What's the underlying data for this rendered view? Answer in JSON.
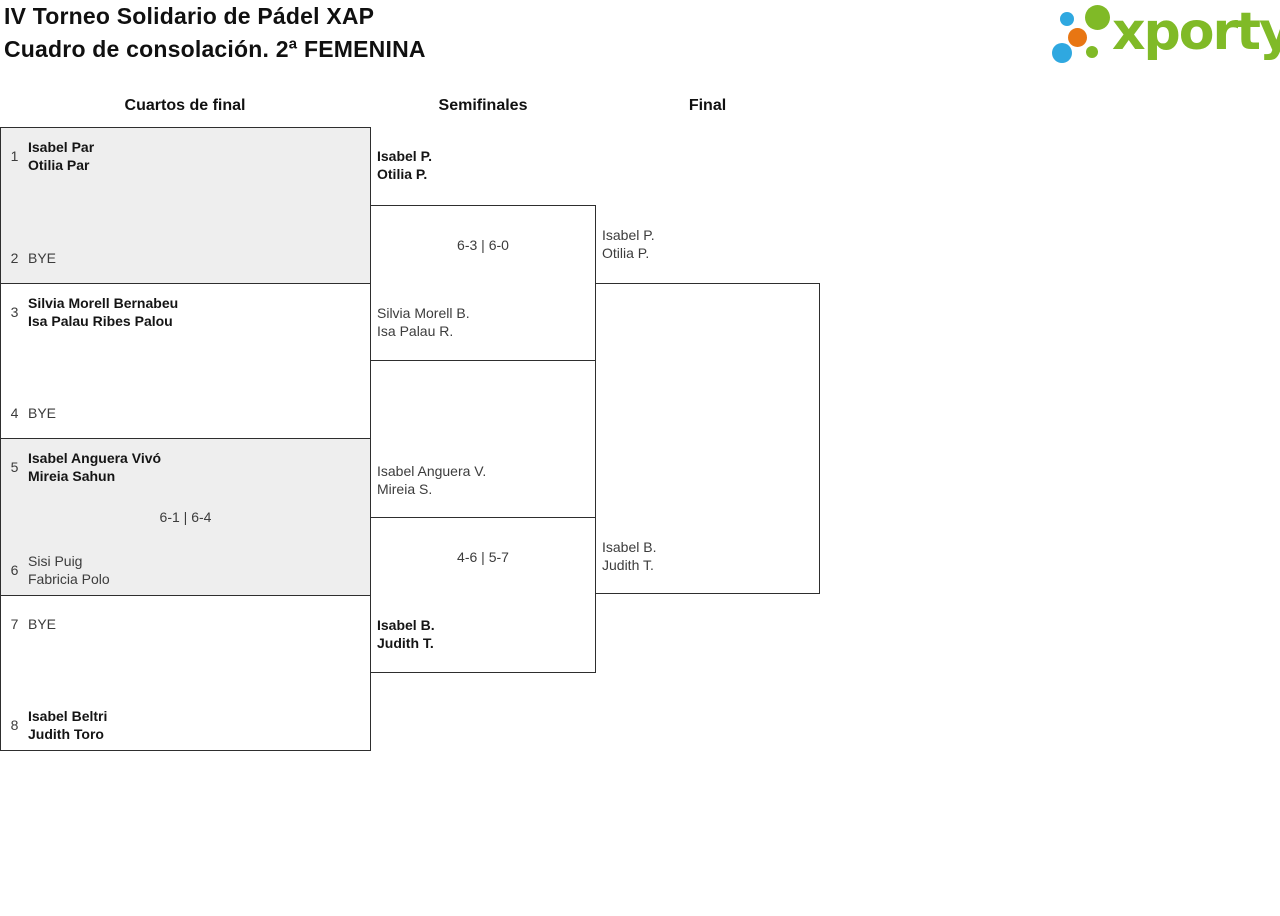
{
  "page": {
    "title_line1": "IV Torneo Solidario de Pádel XAP",
    "title_line2": "Cuadro de consolación. 2ª FEMENINA"
  },
  "logo": {
    "text": "xporty",
    "colors": {
      "green": "#80ba27",
      "blue": "#2fa8e0",
      "orange": "#e87613"
    }
  },
  "round_headers": {
    "quarterfinals": "Cuartos de final",
    "semifinals": "Semifinales",
    "final": "Final"
  },
  "bracket": {
    "quarterfinals": [
      {
        "top": {
          "seed": "1",
          "player1": "Isabel Par",
          "player2": "Otilia Par",
          "winner": true
        },
        "bottom": {
          "seed": "2",
          "player1": "BYE",
          "winner": false
        },
        "score": ""
      },
      {
        "top": {
          "seed": "3",
          "player1": "Silvia Morell Bernabeu",
          "player2": "Isa Palau Ribes Palou",
          "winner": true
        },
        "bottom": {
          "seed": "4",
          "player1": "BYE",
          "winner": false
        },
        "score": ""
      },
      {
        "top": {
          "seed": "5",
          "player1": "Isabel Anguera Vivó",
          "player2": "Mireia Sahun",
          "winner": true
        },
        "bottom": {
          "seed": "6",
          "player1": "Sisi Puig",
          "player2": "Fabricia Polo",
          "winner": false
        },
        "score": "6-1 | 6-4"
      },
      {
        "top": {
          "seed": "7",
          "player1": "BYE",
          "winner": false
        },
        "bottom": {
          "seed": "8",
          "player1": "Isabel Beltri",
          "player2": "Judith Toro",
          "winner": true
        },
        "score": ""
      }
    ],
    "semifinals": [
      {
        "top": {
          "player1": "Isabel P.",
          "player2": "Otilia P.",
          "winner": true
        },
        "bottom": {
          "player1": "Silvia Morell B.",
          "player2": "Isa Palau R.",
          "winner": false
        },
        "score": "6-3 | 6-0"
      },
      {
        "top": {
          "player1": "Isabel Anguera V.",
          "player2": "Mireia S.",
          "winner": false
        },
        "bottom": {
          "player1": "Isabel B.",
          "player2": "Judith T.",
          "winner": true
        },
        "score": "4-6 | 5-7"
      }
    ],
    "final": {
      "top": {
        "player1": "Isabel P.",
        "player2": "Otilia P.",
        "winner": false
      },
      "bottom": {
        "player1": "Isabel B.",
        "player2": "Judith T.",
        "winner": false
      },
      "score": ""
    }
  }
}
